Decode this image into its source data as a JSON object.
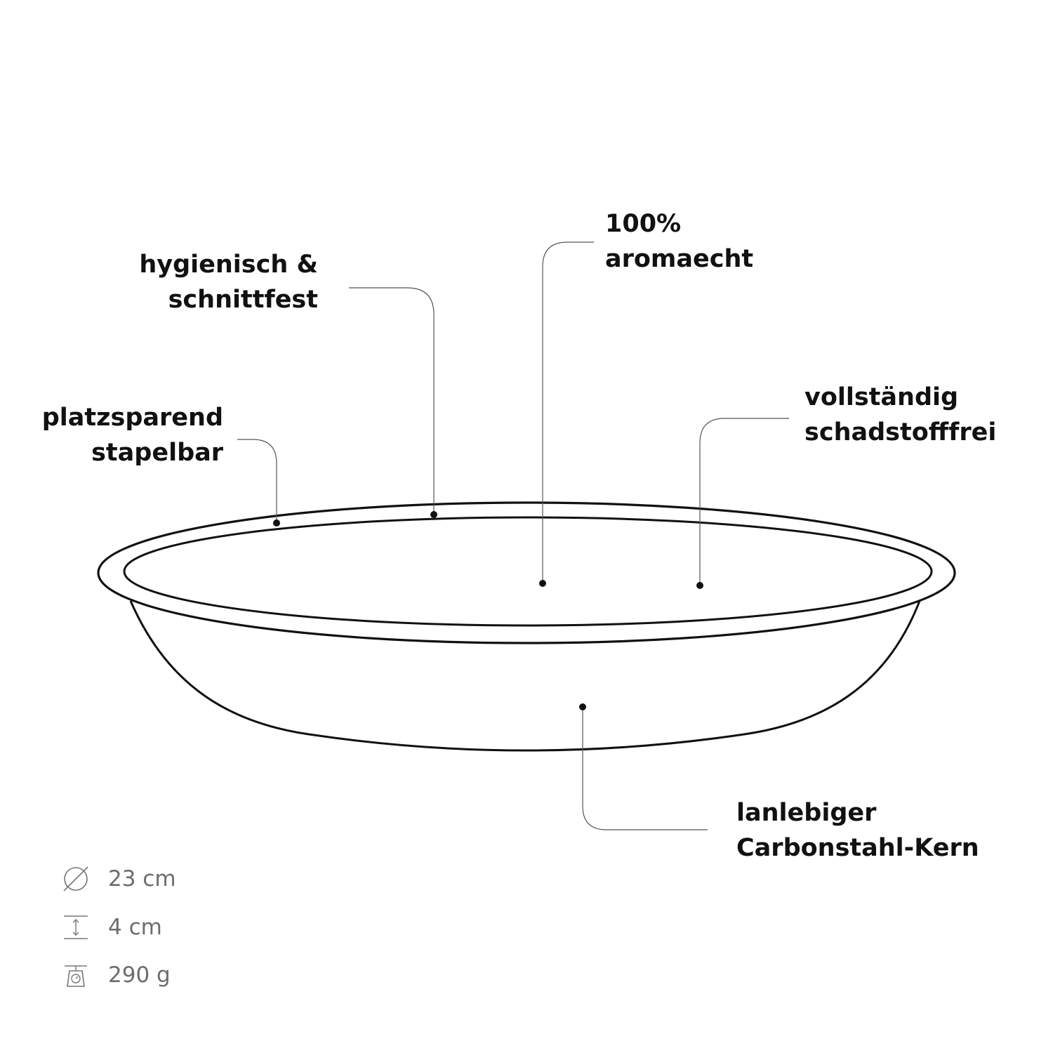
{
  "annotations": {
    "hygienic": {
      "line1": "hygienisch &",
      "line2": "schnittfest"
    },
    "aroma": {
      "line1": "100%",
      "line2": "aromaecht"
    },
    "stackable": {
      "line1": "platzsparend",
      "line2": "stapelbar"
    },
    "pollutant_free": {
      "line1": "vollständig",
      "line2": "schadstofffrei"
    },
    "core": {
      "line1": "lanlebiger",
      "line2": "Carbonstahl-Kern"
    }
  },
  "specs": {
    "diameter": {
      "icon": "diameter-icon",
      "value": "23 cm"
    },
    "height": {
      "icon": "height-icon",
      "value": "4 cm"
    },
    "weight": {
      "icon": "scale-icon",
      "value": "290 g"
    }
  },
  "colors": {
    "text": "#111111",
    "spec_text": "#6d6d6d",
    "outline": "#111111",
    "leader": "#555555"
  }
}
